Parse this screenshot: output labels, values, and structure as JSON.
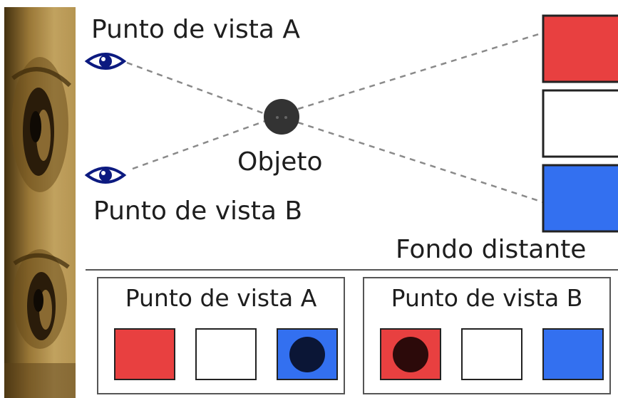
{
  "labels": {
    "viewpoint_a": "Punto de vista A",
    "viewpoint_b": "Punto de vista B",
    "object": "Objeto",
    "background": "Fondo distante"
  },
  "panels": [
    {
      "title": "Punto de vista A",
      "occluded_swatch": "blue"
    },
    {
      "title": "Punto de vista B",
      "occluded_swatch": "red"
    }
  ],
  "colors": {
    "red": "#e84040",
    "white": "#ffffff",
    "blue": "#3370f0",
    "eye": "#0c1a80",
    "object": "#333333",
    "sight_line": "#8a8a8a",
    "occluder_on_blue": "#0b1636",
    "occluder_on_red": "#2c0a0a"
  },
  "icons": {
    "viewpoint": "eye-icon",
    "object": "ball-icon"
  }
}
